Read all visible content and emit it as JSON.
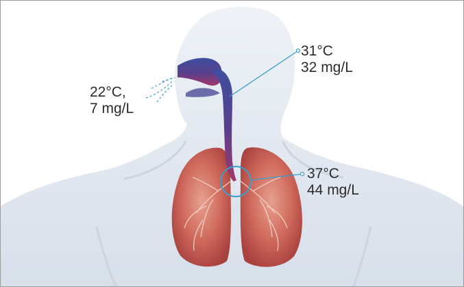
{
  "labels": {
    "inhaled_air": {
      "temperature": "22°C,",
      "humidity": "7 mg/L"
    },
    "upper_airway": {
      "temperature": "31°C",
      "humidity": "32 mg/L"
    },
    "lower_airway": {
      "temperature": "37°C",
      "humidity": "44 mg/L"
    }
  },
  "colors": {
    "body_silhouette": "#dde4ee",
    "airway_top": "#3d4f9f",
    "airway_bottom": "#9a3a6e",
    "lung": "#c8574e",
    "callout_line": "#3a9ec9",
    "text": "#2b2b2b"
  }
}
